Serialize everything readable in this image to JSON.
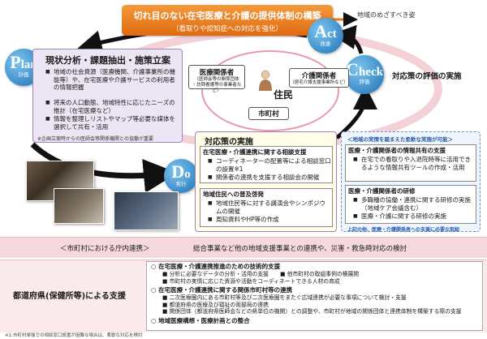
{
  "banner": {
    "title": "切れ目のない在宅医療と介護の提供体制の構築",
    "subtitle": "（看取りや認知症への対応を強化）"
  },
  "goal_label": "地域のめざすべき姿",
  "pdca": {
    "plan": {
      "letter": "P",
      "rest": "lan",
      "jp": "計画"
    },
    "do": {
      "letter": "D",
      "rest": "o",
      "jp": "実行"
    },
    "check": {
      "letter": "C",
      "rest": "heck",
      "jp": "評価"
    },
    "act": {
      "letter": "A",
      "rest": "ct",
      "jp": "改善"
    }
  },
  "plan_box": {
    "title": "現状分析・課題抽出・施策立案",
    "items": [
      "地域の社会資源（医療機関、介護事業所の機能等）や、在宅医療や介護サービスの利用者の情報把握",
      "将来の人口動態、地域特性に応じたニーズの推計（在宅医療など）",
      "情報を整理しリストやマップ等必要な媒体を選択して共有・活用"
    ],
    "note": "※企画立案時からの医師会等関係機関との協働が重要"
  },
  "center": {
    "medical": {
      "name": "医療関係者",
      "desc1": "（医師会等の関係団体",
      "desc2": "・訪問看護等の事業者など）"
    },
    "care": {
      "name": "介護関係者",
      "desc1": "（居宅介護支援事業所など）"
    },
    "resident": "住民",
    "municipality": "市町村"
  },
  "check_label": "対応策の評価の実施",
  "do_box": {
    "title": "対応策の実施",
    "sub1": {
      "title": "在宅医療・介護連携に関する相談支援",
      "items": [
        "コーディネーターの配置等による相談窓口の設置※1",
        "関係者の連携を支援する相談会の開催"
      ]
    },
    "sub2": {
      "title": "地域住民への普及啓発",
      "items": [
        "地域住民等に対する講演会やシンポジウムの開催",
        "周知資料やHP等の作成"
      ]
    }
  },
  "flex_box": {
    "title": "＜地域の実情を踏まえた柔軟な実施が可能＞",
    "sub1": {
      "title": "医療・介護関係者の情報共有の支援",
      "items": [
        "在宅での看取りや入退院時等に活用できるような情報共有ツールの作成・活用"
      ]
    },
    "sub2": {
      "title": "医療・介護関係者の研修",
      "items": [
        "多職種の協働・連携に関する研修の実施（地域ケア会議含む）",
        "医療・介護に関する研修の実施"
      ]
    },
    "footer": "上記の他、医療・介護関係者への支援に必要な取組"
  },
  "band": {
    "left": "＜市町村における庁内連携＞",
    "right": "総合事業など他の地域支援事業との連携や、災害・救急時対応の検討"
  },
  "prefecture": {
    "label": "都道府県(保健所等)による支援",
    "s1": {
      "title": "在宅医療・介護連携推進のための技術的支援",
      "items": [
        "分析に必要なデータの分析・活用の支援",
        "他市町村の取組事例の横展開",
        "市町村の実情に応じた資源や活動をコーディネートできる人材の育成"
      ]
    },
    "s2": {
      "title": "在宅医療・介護連携に関する関係市町村等の連携",
      "items": [
        "二次医療圏内にある市町村等及び二次医療圏をまたぐ広域連携が必要な事項について検討・支援",
        "都道府県の医療及び福祉の両部局の連携",
        "関係団体（都道府県医師会などの県単位の機関）との調整や、市町村が地域の関係団体と連携体制を構築する際の支援"
      ]
    },
    "s3": {
      "title": "地域医療構想・医療計画との整合"
    }
  },
  "footnote": "※1:市町村単独での相談窓口設置が困難な場合は、柔軟な対応を検討",
  "colors": {
    "accent_orange": "#e87a1e",
    "pdca_blue": "#1b6fb3",
    "plan_purple": "#9b85b8",
    "pink_band": "#f6d9dc"
  }
}
